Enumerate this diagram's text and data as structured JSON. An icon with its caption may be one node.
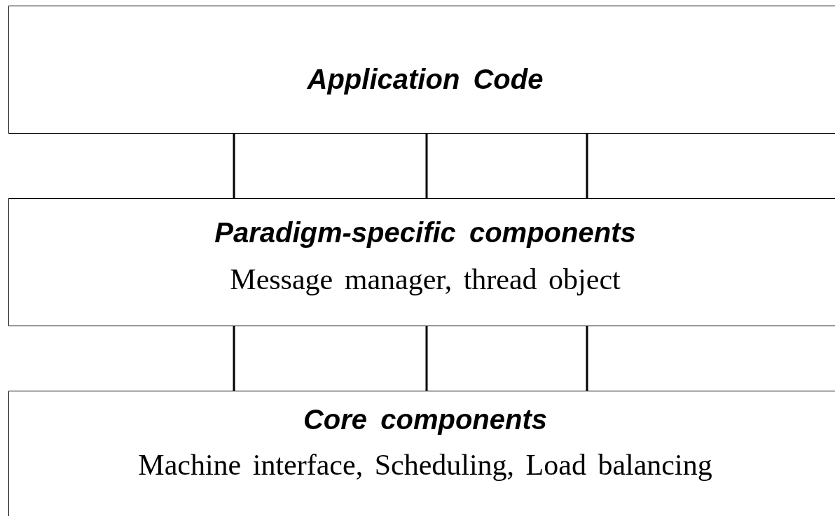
{
  "diagram": {
    "nodes": [
      {
        "text": [
          "Application Code"
        ]
      },
      {
        "text": [
          "Paradigm-specific components",
          "Message manager, thread object"
        ]
      },
      {
        "text": [
          "Core components",
          "Machine interface, Scheduling, Load balancing"
        ]
      }
    ],
    "edges": [
      {
        "from": 0,
        "to": 1,
        "arrow": "none"
      },
      {
        "from": 0,
        "to": 1,
        "arrow": "none"
      },
      {
        "from": 0,
        "to": 1,
        "arrow": "none"
      },
      {
        "from": 1,
        "to": 2,
        "arrow": "none"
      },
      {
        "from": 1,
        "to": 2,
        "arrow": "none"
      },
      {
        "from": 1,
        "to": 2,
        "arrow": "none"
      }
    ]
  }
}
